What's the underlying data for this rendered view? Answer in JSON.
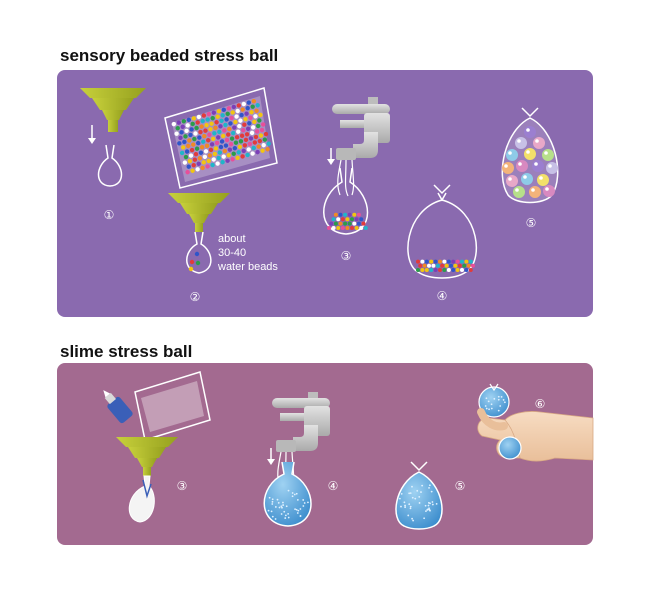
{
  "sections": [
    {
      "title": "sensory beaded stress ball",
      "panel_color": "#8a6aaf",
      "steps": [
        "①",
        "②",
        "③",
        "④",
        "⑤"
      ],
      "note_lines": [
        "about",
        "30-40",
        "water beads"
      ]
    },
    {
      "title": "slime stress ball",
      "panel_color": "#a36a90",
      "steps": [
        "③",
        "④",
        "⑤",
        "⑥"
      ]
    }
  ],
  "colors": {
    "funnel": "#a8b62a",
    "faucet": "#c9c9c9",
    "water": "#5aa7dd",
    "outline": "#ffffff"
  },
  "bead_palette": [
    "#e23b3b",
    "#2a9d4a",
    "#2f55c9",
    "#f2c511",
    "#ffffff",
    "#7b3fb8",
    "#f08a24",
    "#e84f9a",
    "#1fb6c9"
  ]
}
